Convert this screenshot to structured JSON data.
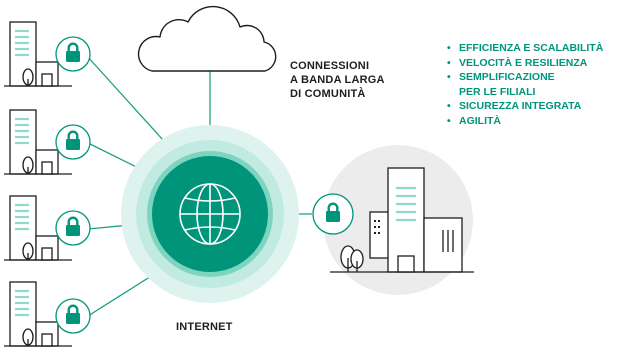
{
  "diagram": {
    "cloud_label": [
      "CONNESSIONI",
      "A BANDA LARGA",
      "DI COMUNITÀ"
    ],
    "hub_label": "INTERNET",
    "benefits": [
      "EFFICIENZA E SCALABILITÀ",
      "VELOCITÀ E RESILIENZA",
      "SEMPLIFICAZIONE\nPER LE FILIALI",
      "SICUREZZA INTEGRATA",
      "AGILITÀ"
    ]
  },
  "colors": {
    "accent_dark": "#00957a",
    "ring_outer": "#def3ee",
    "ring_middle": "#c1ebe1",
    "ring_inner": "#7dd4bf",
    "building_tint": "#a6e4d6",
    "headquarters_bg": "#ececec",
    "line": "#1f9e84",
    "outline": "#1e1e1e"
  },
  "icons": [
    "branch-building-icon",
    "padlock-icon",
    "cloud-icon",
    "globe-icon",
    "tree-icon",
    "headquarters-building-icon"
  ]
}
